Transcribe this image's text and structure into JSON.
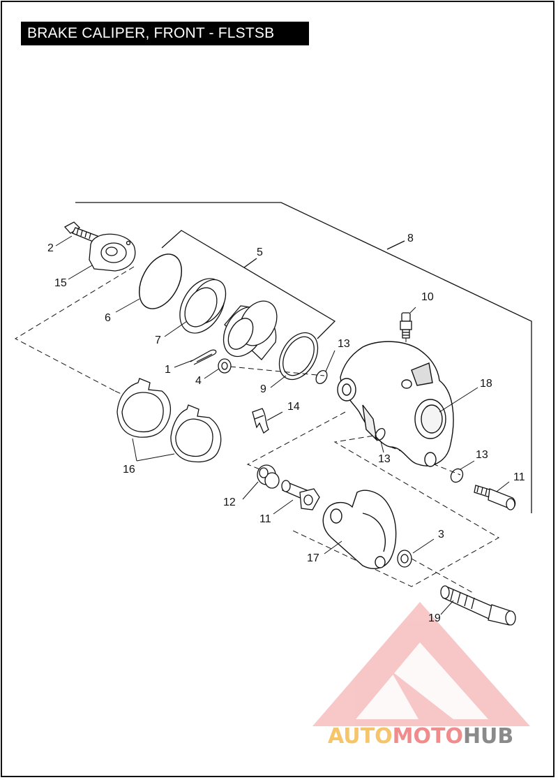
{
  "title": "BRAKE CALIPER, FRONT - FLSTSB",
  "callouts": {
    "c1": "1",
    "c2": "2",
    "c3": "3",
    "c4": "4",
    "c5": "5",
    "c6": "6",
    "c7": "7",
    "c8": "8",
    "c9": "9",
    "c10": "10",
    "c11a": "11",
    "c11b": "11",
    "c12": "12",
    "c13a": "13",
    "c13b": "13",
    "c13c": "13",
    "c14": "14",
    "c15": "15",
    "c16": "16",
    "c17": "17",
    "c18": "18",
    "c19": "19"
  },
  "watermark": {
    "part1": "AUTO",
    "part2": "MOTO",
    "part3": "HUB",
    "color1": "#f6c46b",
    "color2": "#f08c8c",
    "color3": "#8a8a8a"
  }
}
